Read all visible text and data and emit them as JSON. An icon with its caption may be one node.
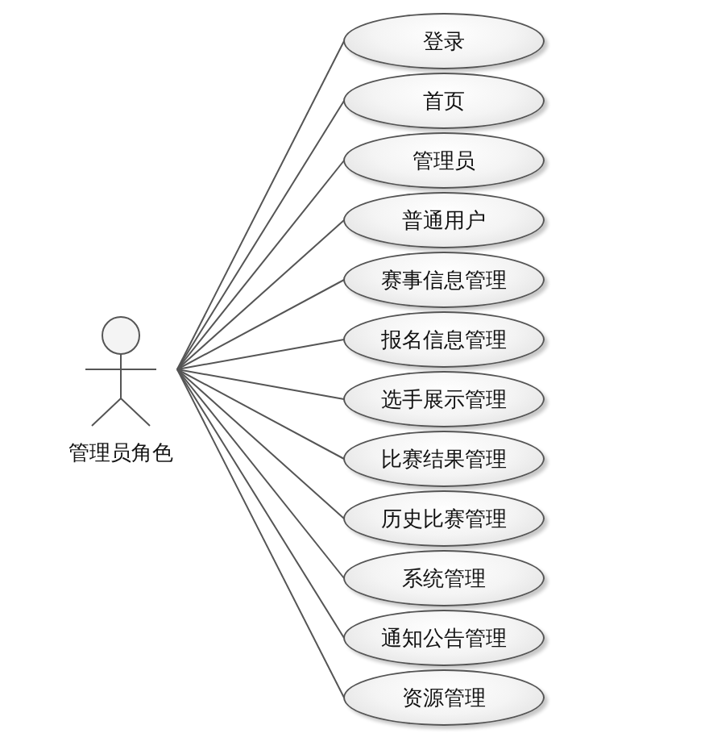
{
  "diagram": {
    "nodes": [
      {
        "text": [
          "管理员角色"
        ]
      },
      {
        "text": [
          "登录"
        ]
      },
      {
        "text": [
          "首页"
        ]
      },
      {
        "text": [
          "管理员"
        ]
      },
      {
        "text": [
          "普通用户"
        ]
      },
      {
        "text": [
          "赛事信息管理"
        ]
      },
      {
        "text": [
          "报名信息管理"
        ]
      },
      {
        "text": [
          "选手展示管理"
        ]
      },
      {
        "text": [
          "比赛结果管理"
        ]
      },
      {
        "text": [
          "历史比赛管理"
        ]
      },
      {
        "text": [
          "系统管理"
        ]
      },
      {
        "text": [
          "通知公告管理"
        ]
      },
      {
        "text": [
          "资源管理"
        ]
      }
    ],
    "edges": [
      {
        "from": 0,
        "to": 1,
        "arrow": "none"
      },
      {
        "from": 0,
        "to": 2,
        "arrow": "none"
      },
      {
        "from": 0,
        "to": 3,
        "arrow": "none"
      },
      {
        "from": 0,
        "to": 4,
        "arrow": "none"
      },
      {
        "from": 0,
        "to": 5,
        "arrow": "none"
      },
      {
        "from": 0,
        "to": 6,
        "arrow": "none"
      },
      {
        "from": 0,
        "to": 7,
        "arrow": "none"
      },
      {
        "from": 0,
        "to": 8,
        "arrow": "none"
      },
      {
        "from": 0,
        "to": 9,
        "arrow": "none"
      },
      {
        "from": 0,
        "to": 10,
        "arrow": "none"
      },
      {
        "from": 0,
        "to": 11,
        "arrow": "none"
      },
      {
        "from": 0,
        "to": 12,
        "arrow": "none"
      }
    ]
  }
}
